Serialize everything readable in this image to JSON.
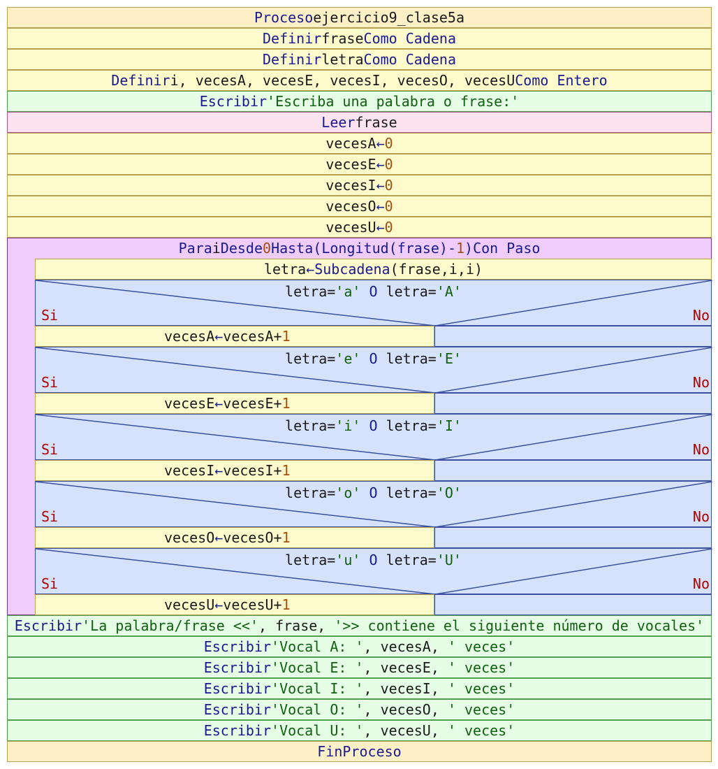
{
  "proceso_kw": "Proceso",
  "proceso_name": "ejercicio9_clase5a",
  "def1": {
    "kw1": "Definir",
    "var": "frase",
    "kw2": "Como Cadena"
  },
  "def2": {
    "kw1": "Definir",
    "var": "letra",
    "kw2": "Como Cadena"
  },
  "def3": {
    "kw1": "Definir",
    "vars": "i, vecesA, vecesE, vecesI, vecesO, vecesU",
    "kw2": "Como Entero"
  },
  "escribir_kw": "Escribir",
  "prompt_str": "'Escriba una palabra o frase:'",
  "leer_kw": "Leer",
  "leer_var": "frase",
  "arrow": "←",
  "zero": "0",
  "inits": [
    "vecesA",
    "vecesE",
    "vecesI",
    "vecesO",
    "vecesU"
  ],
  "loop": {
    "kw_para": "Para",
    "var": "i",
    "kw_desde": "Desde",
    "start": "0",
    "kw_hasta": "Hasta",
    "expr_a": "(Longitud(frase)-",
    "one": "1",
    "expr_b": ")",
    "kw_paso": "Con Paso"
  },
  "assign_letra": {
    "lhs": "letra",
    "fn": "Subcadena",
    "args": "(frase,i,i)"
  },
  "si_label": "Si",
  "no_label": "No",
  "conds": [
    {
      "lower": "'a'",
      "upper": "'A'",
      "var": "vecesA"
    },
    {
      "lower": "'e'",
      "upper": "'E'",
      "var": "vecesE"
    },
    {
      "lower": "'i'",
      "upper": "'I'",
      "var": "vecesI"
    },
    {
      "lower": "'o'",
      "upper": "'O'",
      "var": "vecesO"
    },
    {
      "lower": "'u'",
      "upper": "'U'",
      "var": "vecesU"
    }
  ],
  "cond_letra": "letra=",
  "cond_o": "O",
  "plus": "+",
  "one": "1",
  "out_main": {
    "s1": "'La palabra/frase <<'",
    "mid": ", frase, ",
    "s2": "'>> contiene el siguiente número de vocales'"
  },
  "outs": [
    {
      "s": "'Vocal A: '",
      "var": "vecesA"
    },
    {
      "s": "'Vocal E: '",
      "var": "vecesE"
    },
    {
      "s": "'Vocal I: '",
      "var": "vecesI"
    },
    {
      "s": "'Vocal O: '",
      "var": "vecesO"
    },
    {
      "s": "'Vocal U: '",
      "var": "vecesU"
    }
  ],
  "veces_str": "' veces'",
  "fin": "FinProceso"
}
